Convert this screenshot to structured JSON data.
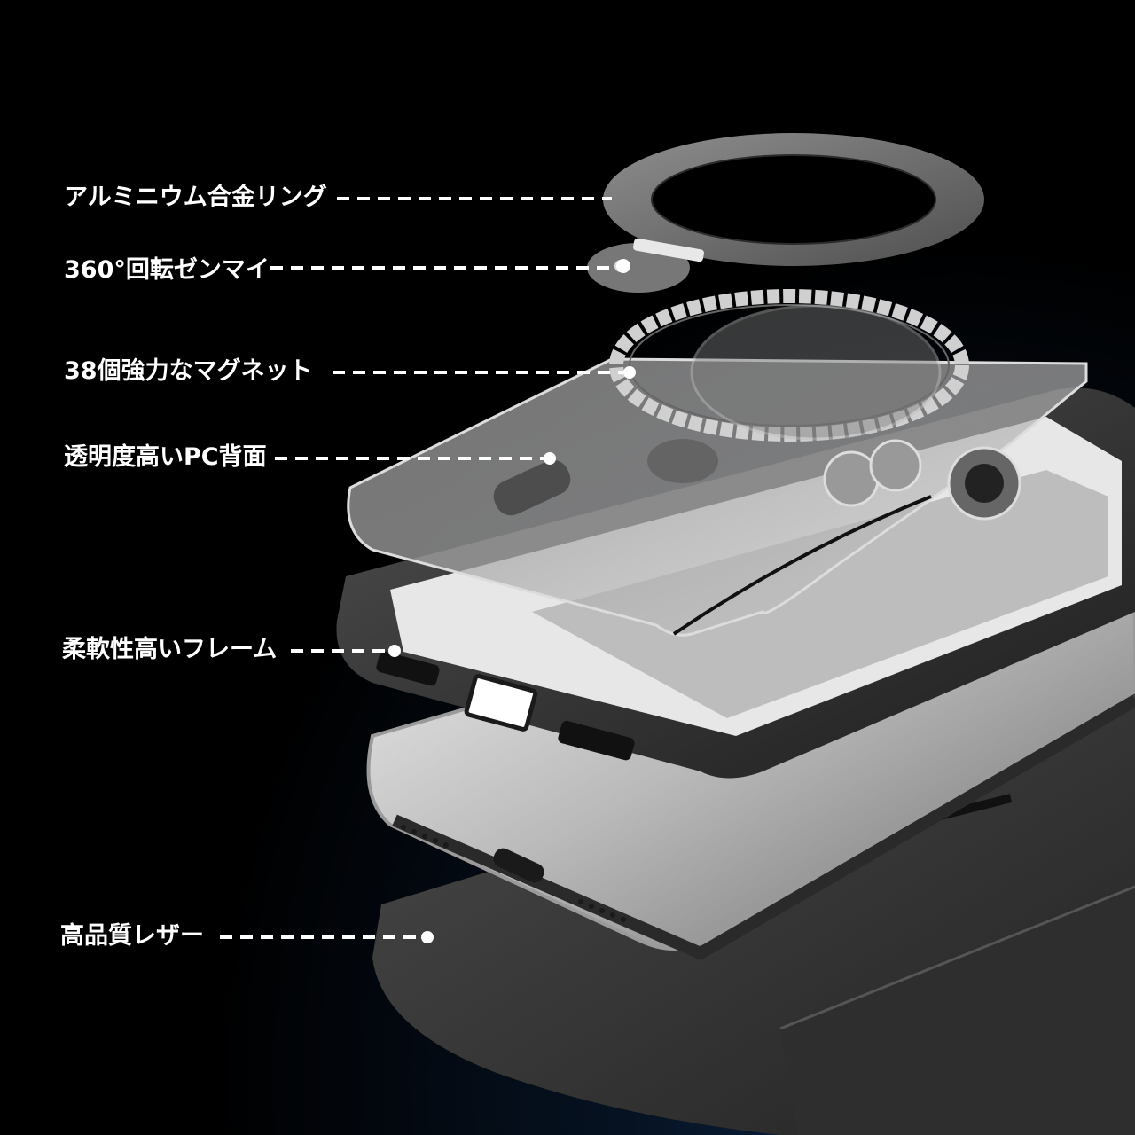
{
  "callouts": [
    {
      "label": "アルミニウム合金リング"
    },
    {
      "label": "360°回転ゼンマイ"
    },
    {
      "label": "38個強力なマグネット"
    },
    {
      "label": "透明度高いPC背面"
    },
    {
      "label": "柔軟性高いフレーム"
    },
    {
      "label": "高品質レザー"
    }
  ],
  "colors": {
    "background": "#000000",
    "text": "#ffffff",
    "frame": "#3a3a3a",
    "leather": "#3c3c3c",
    "accent_glow": "#0d2a4a"
  }
}
